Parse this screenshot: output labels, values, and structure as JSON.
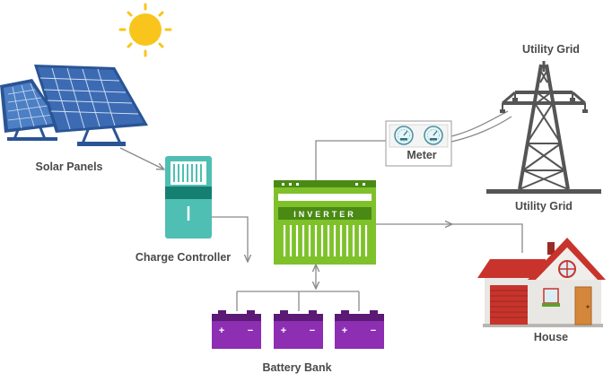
{
  "labels": {
    "solar_panels": "Solar Panels",
    "charge_controller": "Charge Controller",
    "inverter": "INVERTER",
    "meter": "Meter",
    "utility_grid_top": "Utility Grid",
    "utility_grid_bottom": "Utility Grid",
    "house": "House",
    "battery_bank": "Battery Bank",
    "battery_plus": "+",
    "battery_minus": "−"
  },
  "icons": [
    "sun-icon",
    "solar-panel-icon",
    "charge-controller-icon",
    "inverter-icon",
    "meter-icon",
    "transmission-tower-icon",
    "house-icon",
    "battery-icon"
  ],
  "colors": {
    "sun": "#f9c51c",
    "panel_blue": "#3d6bb3",
    "panel_frame": "#2a5595",
    "controller_teal": "#4fbfb3",
    "controller_dark": "#157f72",
    "inverter_green": "#7ec12a",
    "inverter_dark": "#4a8a14",
    "battery_purple": "#8e2eb3",
    "battery_dark": "#5a1a75",
    "tower_gray": "#555555",
    "roof_red": "#c8342c",
    "wire_gray": "#8a8a8a",
    "label_gray": "#4a4a4a"
  }
}
